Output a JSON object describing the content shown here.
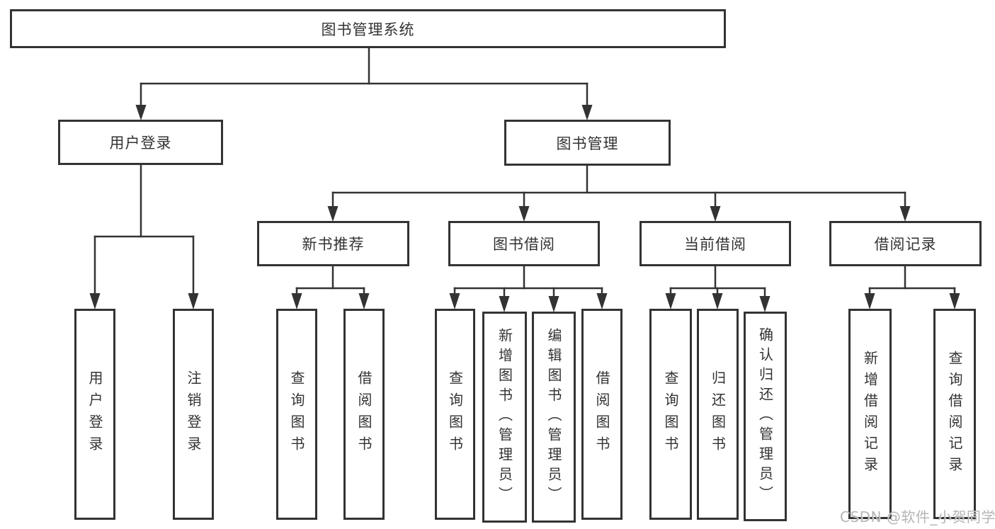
{
  "tree": {
    "label": "图书管理系统",
    "children": [
      {
        "label": "用户登录",
        "children": [
          {
            "label": "用户登录"
          },
          {
            "label": "注销登录"
          }
        ]
      },
      {
        "label": "图书管理",
        "children": [
          {
            "label": "新书推荐",
            "children": [
              {
                "label": "查询图书"
              },
              {
                "label": "借阅图书"
              }
            ]
          },
          {
            "label": "图书借阅",
            "children": [
              {
                "label": "查询图书"
              },
              {
                "label": "新增图书（管理员）"
              },
              {
                "label": "编辑图书（管理员）"
              },
              {
                "label": "借阅图书"
              }
            ]
          },
          {
            "label": "当前借阅",
            "children": [
              {
                "label": "查询图书"
              },
              {
                "label": "归还图书"
              },
              {
                "label": "确认归还（管理员）"
              }
            ]
          },
          {
            "label": "借阅记录",
            "children": [
              {
                "label": "新增借阅记录"
              },
              {
                "label": "查询借阅记录"
              }
            ]
          }
        ]
      }
    ]
  },
  "watermark": {
    "text": "CSDN @软件_小贺同学"
  },
  "colors": {
    "line": "#333333",
    "text": "#333333",
    "box-bg": "#ffffff",
    "bg": "#ffffff",
    "watermark": "#b5b5b5"
  }
}
